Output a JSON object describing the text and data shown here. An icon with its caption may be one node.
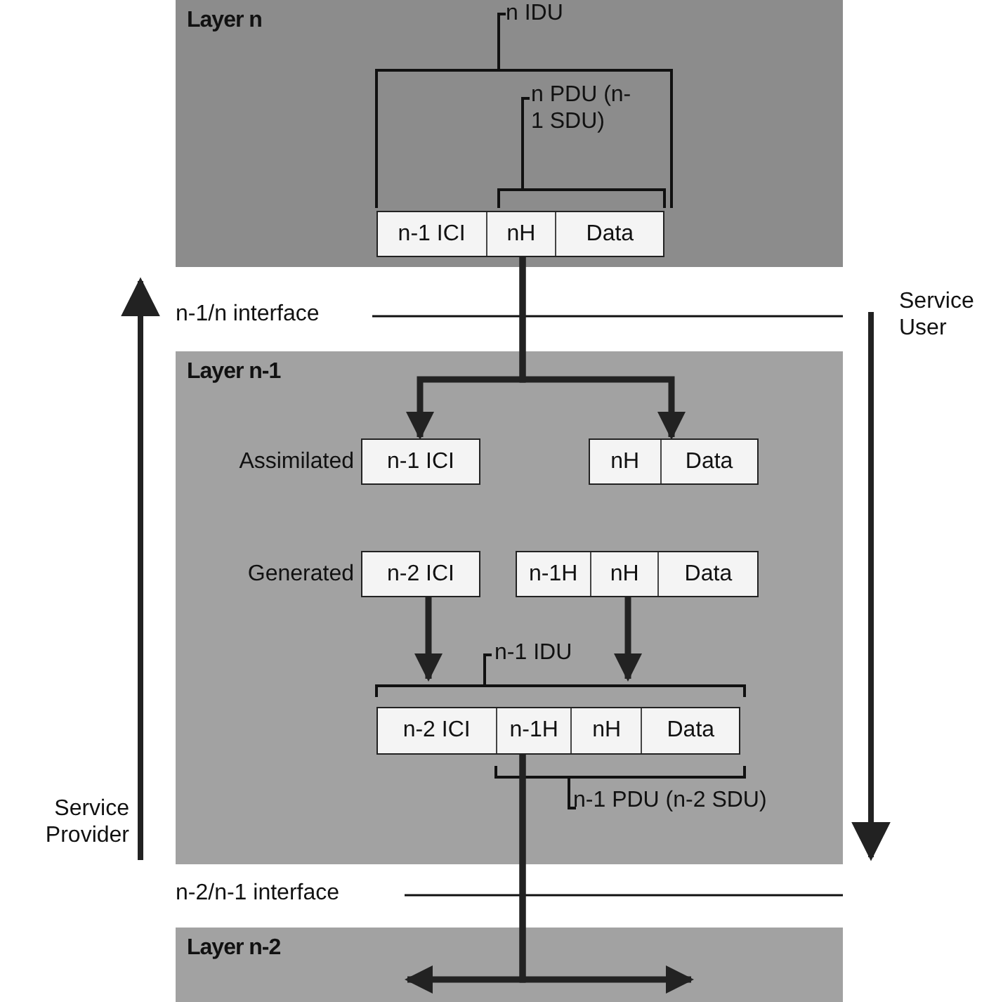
{
  "diagram": {
    "nodes": [
      {
        "text": [
          "Layer n"
        ]
      },
      {
        "text": [
          "n-1 ICI",
          "nH",
          "Data"
        ],
        "in": 0
      },
      {
        "text": [
          "Layer n-1"
        ]
      },
      {
        "text": [
          "n-1 ICI"
        ],
        "in": 2,
        "beside": [
          "Assimilated"
        ]
      },
      {
        "text": [
          "nH",
          "Data"
        ],
        "in": 2
      },
      {
        "text": [
          "n-2 ICI"
        ],
        "in": 2,
        "beside": [
          "Generated"
        ]
      },
      {
        "text": [
          "n-1H",
          "nH",
          "Data"
        ],
        "in": 2
      },
      {
        "text": [
          "n-2 ICI",
          "n-1H",
          "nH",
          "Data"
        ],
        "in": 2
      },
      {
        "text": [
          "Layer n-2"
        ]
      }
    ],
    "edges": [
      {
        "from": 1,
        "to": 3,
        "arrow": "to"
      },
      {
        "from": 1,
        "to": 4,
        "arrow": "to"
      },
      {
        "from": 5,
        "to": 7,
        "arrow": "to"
      },
      {
        "from": 6,
        "to": 7,
        "arrow": "to"
      },
      {
        "from": 7,
        "to": 8,
        "arrow": "to"
      },
      {
        "from": 7,
        "to": 8,
        "arrow": "to"
      }
    ],
    "labels": [
      "n IDU",
      "n PDU (n-1 SDU)",
      "n-1/n interface",
      "Service User",
      "n-1 IDU",
      "n-1 PDU (n-2 SDU)",
      "Service Provider",
      "n-2/n-1 interface"
    ]
  }
}
